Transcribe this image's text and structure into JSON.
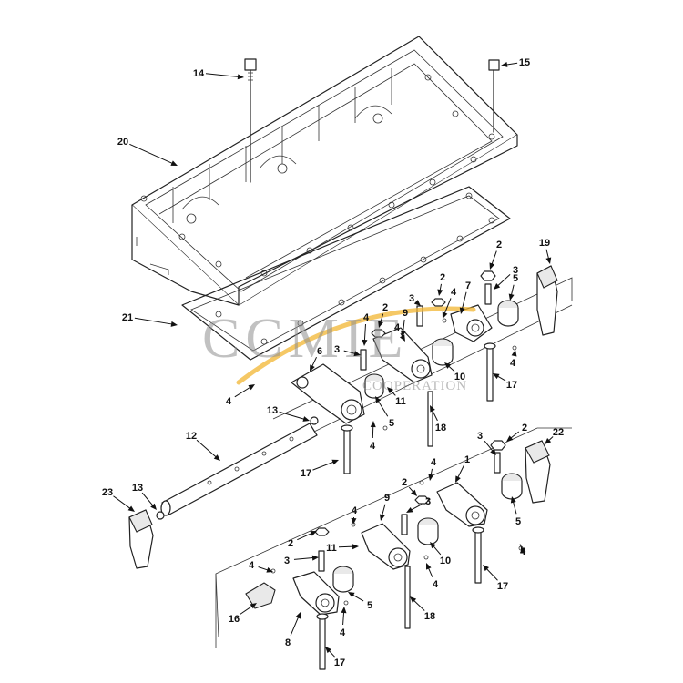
{
  "diagram": {
    "callouts": [
      {
        "id": "c14",
        "label": "14"
      },
      {
        "id": "c15",
        "label": "15"
      },
      {
        "id": "c20",
        "label": "20"
      },
      {
        "id": "c19",
        "label": "19"
      },
      {
        "id": "c21",
        "label": "21"
      },
      {
        "id": "c2a",
        "label": "2"
      },
      {
        "id": "c3a",
        "label": "3"
      },
      {
        "id": "c5a",
        "label": "5"
      },
      {
        "id": "c2b",
        "label": "2"
      },
      {
        "id": "c4a",
        "label": "4"
      },
      {
        "id": "c7",
        "label": "7"
      },
      {
        "id": "c3b",
        "label": "3"
      },
      {
        "id": "c2c",
        "label": "2"
      },
      {
        "id": "c9a",
        "label": "9"
      },
      {
        "id": "c4b",
        "label": "4"
      },
      {
        "id": "c3c",
        "label": "3"
      },
      {
        "id": "c6",
        "label": "6"
      },
      {
        "id": "c4c",
        "label": "4"
      },
      {
        "id": "c10a",
        "label": "10"
      },
      {
        "id": "c4d",
        "label": "4"
      },
      {
        "id": "c17a",
        "label": "17"
      },
      {
        "id": "c4e",
        "label": "4"
      },
      {
        "id": "c11a",
        "label": "11"
      },
      {
        "id": "c13a",
        "label": "13"
      },
      {
        "id": "c5b",
        "label": "5"
      },
      {
        "id": "c18a",
        "label": "18"
      },
      {
        "id": "c12",
        "label": "12"
      },
      {
        "id": "c4f",
        "label": "4"
      },
      {
        "id": "c17b",
        "label": "17"
      },
      {
        "id": "c3d",
        "label": "3"
      },
      {
        "id": "c2d",
        "label": "2"
      },
      {
        "id": "c22",
        "label": "22"
      },
      {
        "id": "c1",
        "label": "1"
      },
      {
        "id": "c4g",
        "label": "4"
      },
      {
        "id": "c23",
        "label": "23"
      },
      {
        "id": "c13b",
        "label": "13"
      },
      {
        "id": "c2e",
        "label": "2"
      },
      {
        "id": "c3e",
        "label": "3"
      },
      {
        "id": "c9b",
        "label": "9"
      },
      {
        "id": "c4h",
        "label": "4"
      },
      {
        "id": "c5c",
        "label": "5"
      },
      {
        "id": "c2f",
        "label": "2"
      },
      {
        "id": "c10b",
        "label": "10"
      },
      {
        "id": "c4i",
        "label": "4"
      },
      {
        "id": "c3f",
        "label": "3"
      },
      {
        "id": "c11b",
        "label": "11"
      },
      {
        "id": "c4j",
        "label": "4"
      },
      {
        "id": "c17c",
        "label": "17"
      },
      {
        "id": "c4k",
        "label": "4"
      },
      {
        "id": "c5d",
        "label": "5"
      },
      {
        "id": "c16",
        "label": "16"
      },
      {
        "id": "c18b",
        "label": "18"
      },
      {
        "id": "c8",
        "label": "8"
      },
      {
        "id": "c4l",
        "label": "4"
      },
      {
        "id": "c17d",
        "label": "17"
      }
    ]
  },
  "watermark": {
    "letters": "CCMIE",
    "subtitle": "COOPERATION"
  }
}
